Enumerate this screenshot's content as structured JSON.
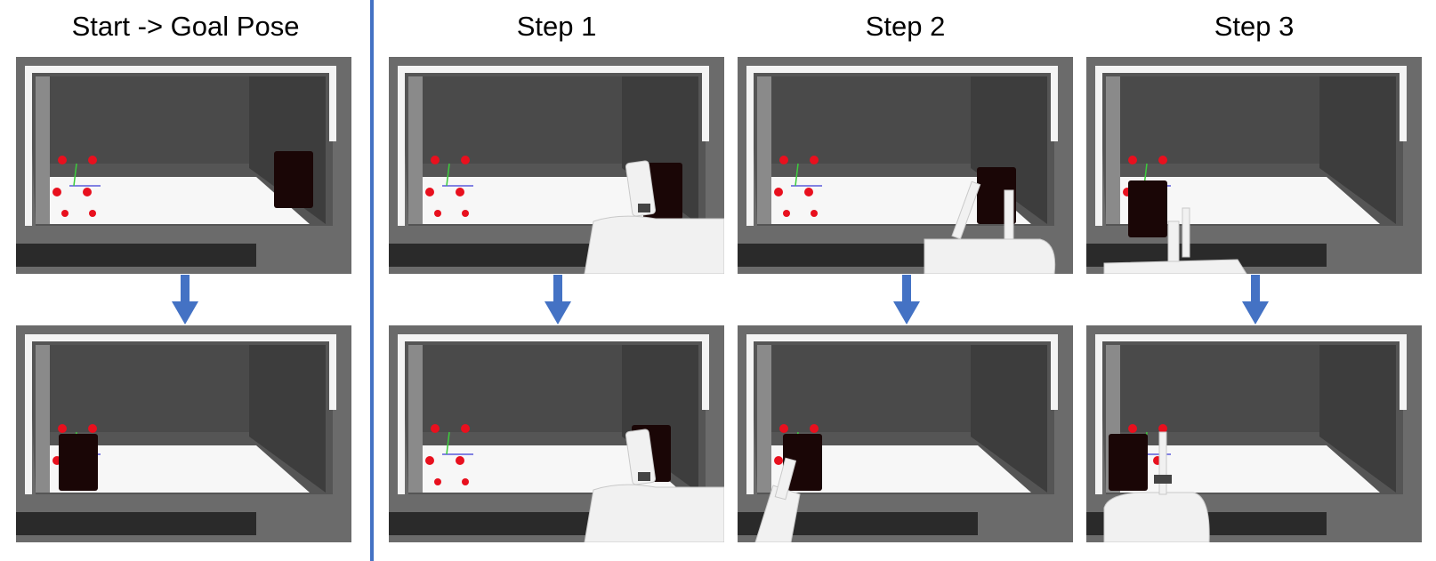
{
  "headers": {
    "start_goal": "Start -> Goal Pose",
    "step1": "Step 1",
    "step2": "Step 2",
    "step3": "Step 3"
  },
  "colors": {
    "divider": "#4472c4",
    "arrow": "#4472c4",
    "marker": "#e8101e",
    "box": "#1a0606"
  }
}
